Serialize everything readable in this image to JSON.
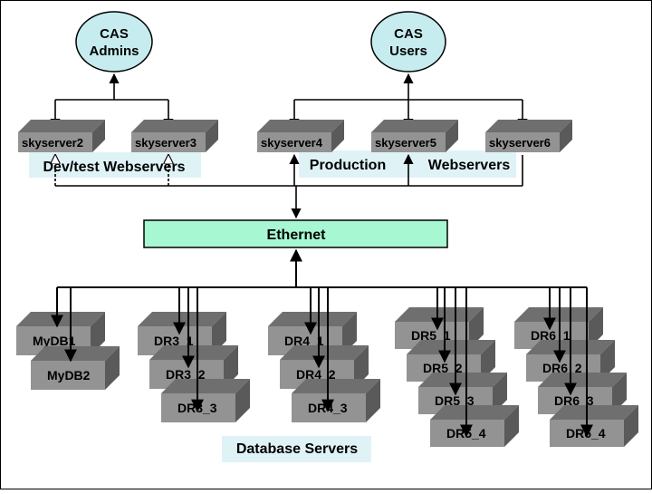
{
  "colors": {
    "ellipse_fill": "#c6ecef",
    "ethernet_fill": "#a6f7d2",
    "box_front": "#939393",
    "box_top": "#6f6f6f",
    "box_side": "#5a5a5a",
    "caption_fill": "#dff3f7",
    "line": "#000000"
  },
  "groups": {
    "admins": {
      "line1": "CAS",
      "line2": "Admins"
    },
    "users": {
      "line1": "CAS",
      "line2": "Users"
    }
  },
  "webservers": {
    "dev": [
      "skyserver2",
      "skyserver3"
    ],
    "prod": [
      "skyserver4",
      "skyserver5",
      "skyserver6"
    ]
  },
  "captions": {
    "dev": "Dev/test Webservers",
    "production": "Production",
    "webservers": "Webservers",
    "database": "Database Servers"
  },
  "network": {
    "label": "Ethernet"
  },
  "db_servers": {
    "mydb": [
      "MyDB1",
      "MyDB2"
    ],
    "dr3": [
      "DR3_1",
      "DR3_2",
      "DR3_3"
    ],
    "dr4": [
      "DR4_1",
      "DR4_2",
      "DR4_3"
    ],
    "dr5": [
      "DR5_1",
      "DR5_2",
      "DR5_3",
      "DR5_4"
    ],
    "dr6": [
      "DR6_1",
      "DR6_2",
      "DR6_3",
      "DR6_4"
    ]
  }
}
